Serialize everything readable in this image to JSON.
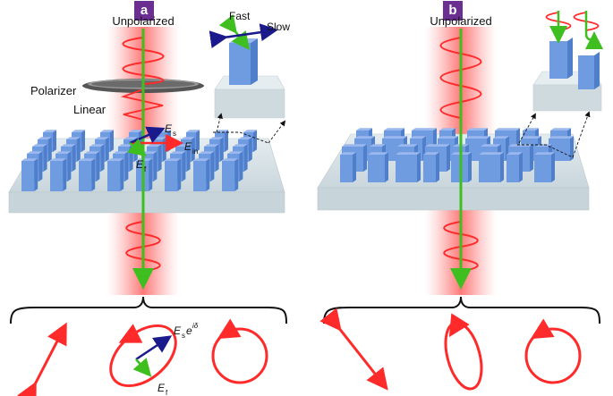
{
  "panel_a": {
    "tag": "a",
    "unpolarized_label": "Unpolarized",
    "polarizer_label": "Polarizer",
    "linear_label": "Linear",
    "fast_label": "Fast",
    "slow_label": "Slow",
    "es_base": "E",
    "es_sub": "s",
    "ein_base": "E",
    "ein_sub": "in",
    "ef_base": "E",
    "ef_sub": "f",
    "bottom_es_base": "E",
    "bottom_es_sub": "s",
    "bottom_exp_base": "e",
    "bottom_exp_sup": "iδ",
    "bottom_ef_base": "E",
    "bottom_ef_sub": "f"
  },
  "panel_b": {
    "tag": "b",
    "unpolarized_label": "Unpolarized"
  },
  "colors": {
    "beam_red": "#ff2a2a",
    "arrow_green": "#3fbf1f",
    "arrow_blue": "#1a1a8c",
    "pillar_blue": "#6f9be0",
    "substrate": "#d6e1e6",
    "tag_purple": "#6a2f91"
  }
}
